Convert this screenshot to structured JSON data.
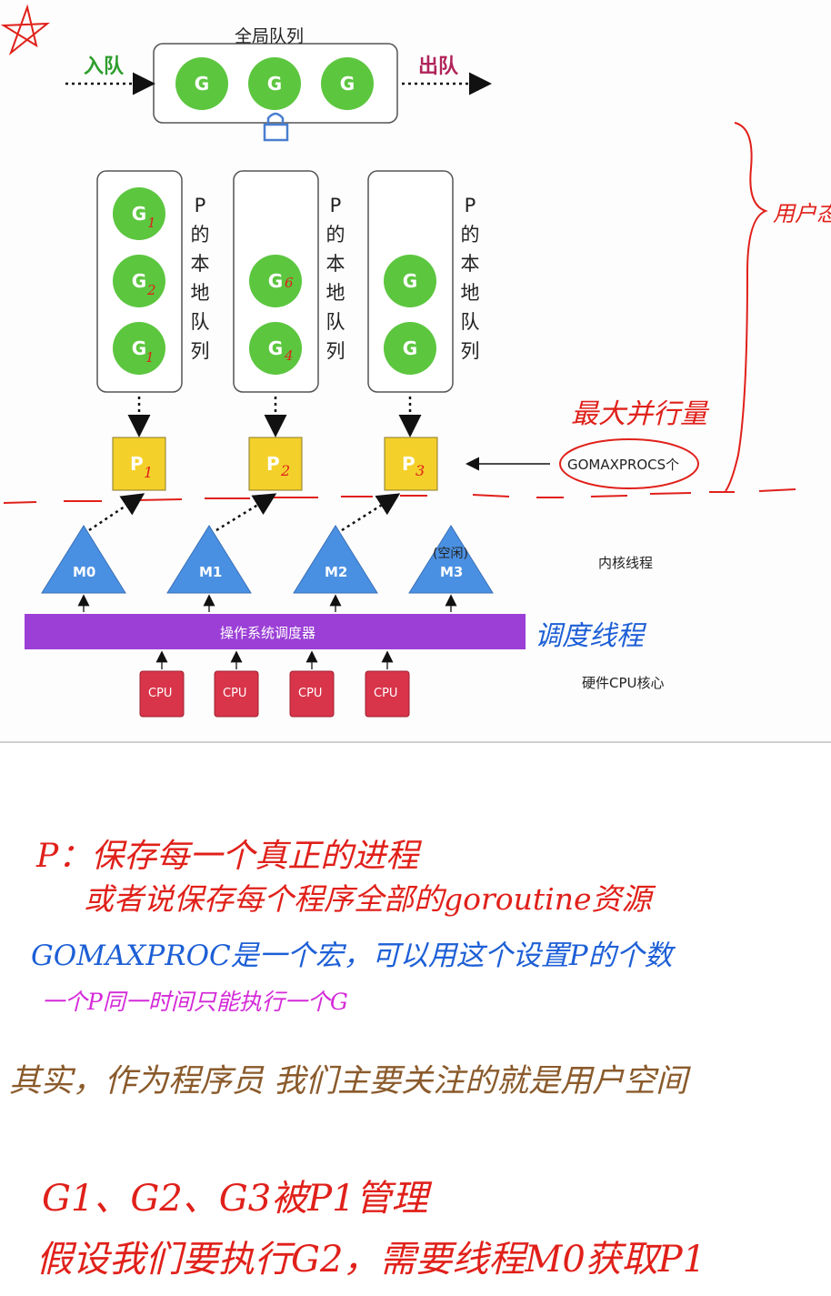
{
  "global_queue": {
    "title": "全局队列",
    "enqueue": "入队",
    "dequeue": "出队",
    "goroutine": "G"
  },
  "local_queues": [
    {
      "label": [
        "P",
        "的",
        "本",
        "地",
        "队",
        "列"
      ],
      "goroutines": [
        "G",
        "G",
        "G"
      ],
      "marks": [
        "1",
        "2",
        "1"
      ]
    },
    {
      "label": [
        "P",
        "的",
        "本",
        "地",
        "队",
        "列"
      ],
      "goroutines": [
        "G",
        "G"
      ],
      "marks": [
        "6",
        "4"
      ]
    },
    {
      "label": [
        "P",
        "的",
        "本",
        "地",
        "队",
        "列"
      ],
      "goroutines": [
        "G",
        "G"
      ],
      "marks": [
        "",
        ""
      ]
    }
  ],
  "processors": [
    {
      "label": "P",
      "mark": "1"
    },
    {
      "label": "P",
      "mark": "2"
    },
    {
      "label": "P",
      "mark": "3"
    }
  ],
  "gomaxprocs": "GOMAXPROCS个",
  "max_parallel_note": "最大并行量",
  "user_space_note": "用户态",
  "threads": [
    {
      "label": "M0",
      "note": ""
    },
    {
      "label": "M1",
      "note": ""
    },
    {
      "label": "M2",
      "note": ""
    },
    {
      "label": "M3",
      "note": "(空闲)"
    }
  ],
  "kernel_threads_label": "内核线程",
  "scheduler_label": "操作系统调度器",
  "scheduler_note": "调度线程",
  "cpus": [
    "CPU",
    "CPU",
    "CPU",
    "CPU"
  ],
  "cpu_cores_label": "硬件CPU核心",
  "notes": [
    {
      "text": "P：保存每一个真正的进程",
      "color": "#e0201a"
    },
    {
      "text": "或者说保存每个程序全部的goroutine资源",
      "color": "#e0201a"
    },
    {
      "text": "GOMAXPROC是一个宏，可以用这个设置P的个数",
      "color": "#1d5fd6"
    },
    {
      "text": "一个P同一时间只能执行一个G",
      "color": "#d42ad8"
    },
    {
      "text": "其实，作为程序员 我们主要关注的就是用户空间",
      "color": "#8a5a2b"
    },
    {
      "text": "G1、G2、G3被P1管理",
      "color": "#e0201a"
    },
    {
      "text": "假设我们要执行G2，需要线程M0获取P1",
      "color": "#e0201a"
    }
  ],
  "colors": {
    "goroutine": "#5cc63f",
    "processor": "#f4d02b",
    "thread": "#4a90e2",
    "scheduler": "#9b3fd6",
    "cpu": "#d8344a",
    "enqueue": "#2e9e2e",
    "dequeue": "#b0245a"
  }
}
